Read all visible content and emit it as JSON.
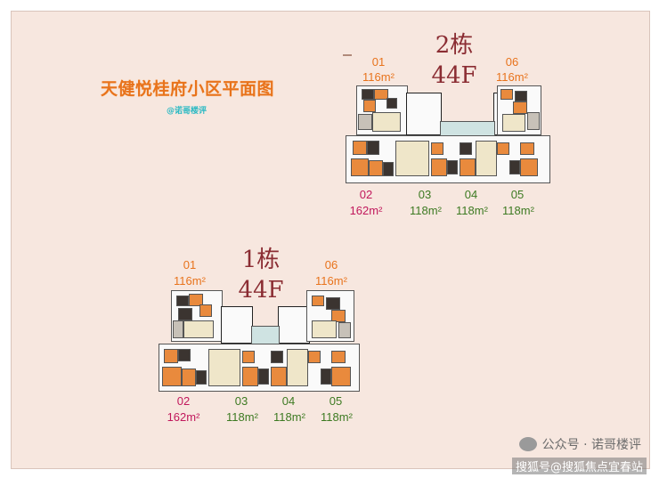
{
  "page": {
    "title": "天健悦桂府小区平面图",
    "subtag": "@诺哥楼评",
    "watermark": "公众号 · 诺哥楼评",
    "watermark2": "搜狐号@搜狐焦点宜春站"
  },
  "buildings": [
    {
      "name": "2栋",
      "floors": "44F",
      "units": [
        {
          "id": "01",
          "area": "116m²"
        },
        {
          "id": "06",
          "area": "116m²"
        },
        {
          "id": "02",
          "area": "162m²"
        },
        {
          "id": "03",
          "area": "118m²"
        },
        {
          "id": "04",
          "area": "118m²"
        },
        {
          "id": "05",
          "area": "118m²"
        }
      ]
    },
    {
      "name": "1栋",
      "floors": "44F",
      "units": [
        {
          "id": "01",
          "area": "116m²"
        },
        {
          "id": "06",
          "area": "116m²"
        },
        {
          "id": "02",
          "area": "162m²"
        },
        {
          "id": "03",
          "area": "118m²"
        },
        {
          "id": "04",
          "area": "118m²"
        },
        {
          "id": "05",
          "area": "118m²"
        }
      ]
    }
  ]
}
